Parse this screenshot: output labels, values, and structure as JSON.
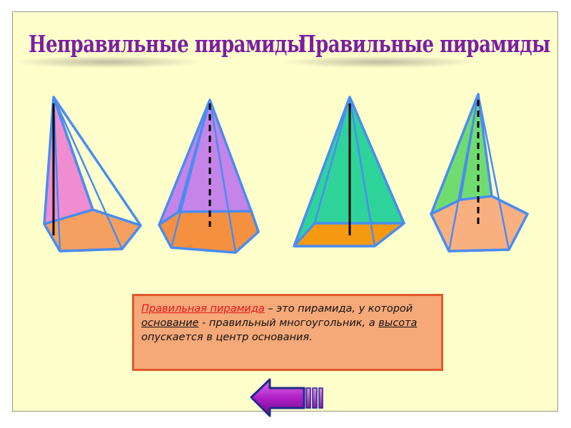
{
  "headings": {
    "irregular": "Неправильные пирамиды",
    "regular": "Правильные пирамиды"
  },
  "figures": [
    {
      "label": "",
      "face_color": "#f08cd0",
      "base_color": "#f5a060",
      "height_style": "solid"
    },
    {
      "label": "",
      "face_color": "#c484e8",
      "base_color": "#f59040",
      "height_style": "dashed"
    },
    {
      "label": "",
      "face_color": "#2ed39a",
      "base_color": "#f59a10",
      "height_style": "solid"
    },
    {
      "label": "",
      "face_color": "#70dc70",
      "base_color": "#f8b080",
      "height_style": "dashed"
    }
  ],
  "definition": {
    "term": "Правильная пирамида",
    "part1": " – это пирамида, у которой ",
    "base_word": "основание",
    "part2": " - правильный многоугольник, а ",
    "height_word": "высота ",
    "part3": "опускается в центр основания."
  },
  "nav": {
    "back_icon": "left-arrow-icon"
  },
  "colors": {
    "slide_bg": "#ffffcc",
    "heading": "#7b1fa2",
    "edge": "#4a8cf0",
    "box_bg": "#f5a878",
    "box_border": "#e05a2d",
    "term": "#e8161a"
  }
}
